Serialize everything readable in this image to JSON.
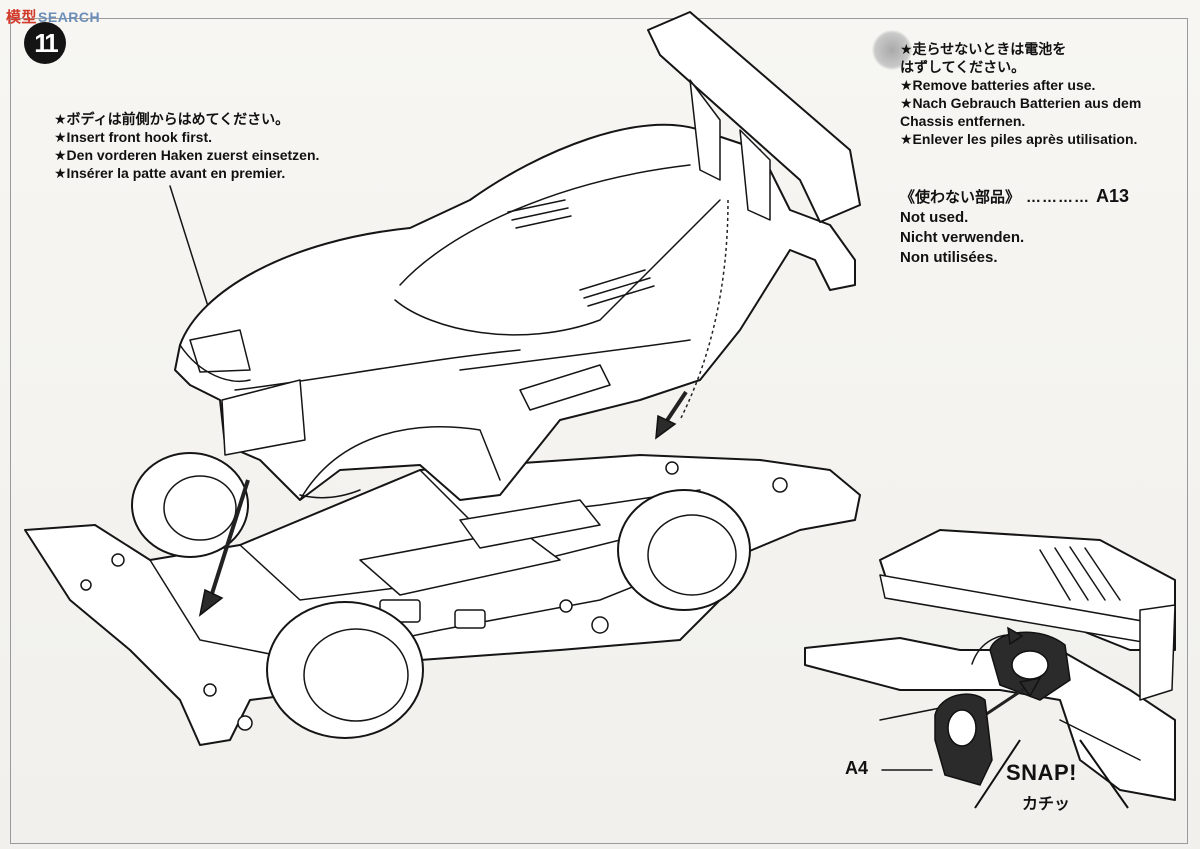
{
  "watermark": {
    "cn": "模型",
    "text": "SEARCH"
  },
  "step": {
    "number": "11"
  },
  "notes": {
    "body_hook": {
      "jp": "★ボディは前側からはめてください。",
      "en": "★Insert front hook first.",
      "de": "★Den vorderen Haken zuerst einsetzen.",
      "fr": "★Insérer la patte avant en premier."
    },
    "batteries": {
      "jp1": "★走らせないときは電池を",
      "jp2": "はずしてください。",
      "en": "★Remove batteries after use.",
      "de1": "★Nach Gebrauch Batterien aus dem",
      "de2": "Chassis entfernen.",
      "fr": "★Enlever les piles après utilisation."
    },
    "not_used": {
      "jp": "《使わない部品》",
      "dots": "…………",
      "part": "A13",
      "en": "Not used.",
      "de": "Nicht verwenden.",
      "fr": "Non utilisées."
    }
  },
  "labels": {
    "part_a4": "A4",
    "snap": "SNAP!",
    "snap_jp": "カチッ"
  },
  "icons": {
    "car_body": "car-body-illustration",
    "chassis": "chassis-illustration",
    "detail": "rear-detail-illustration",
    "part": "a4-roller-part"
  }
}
